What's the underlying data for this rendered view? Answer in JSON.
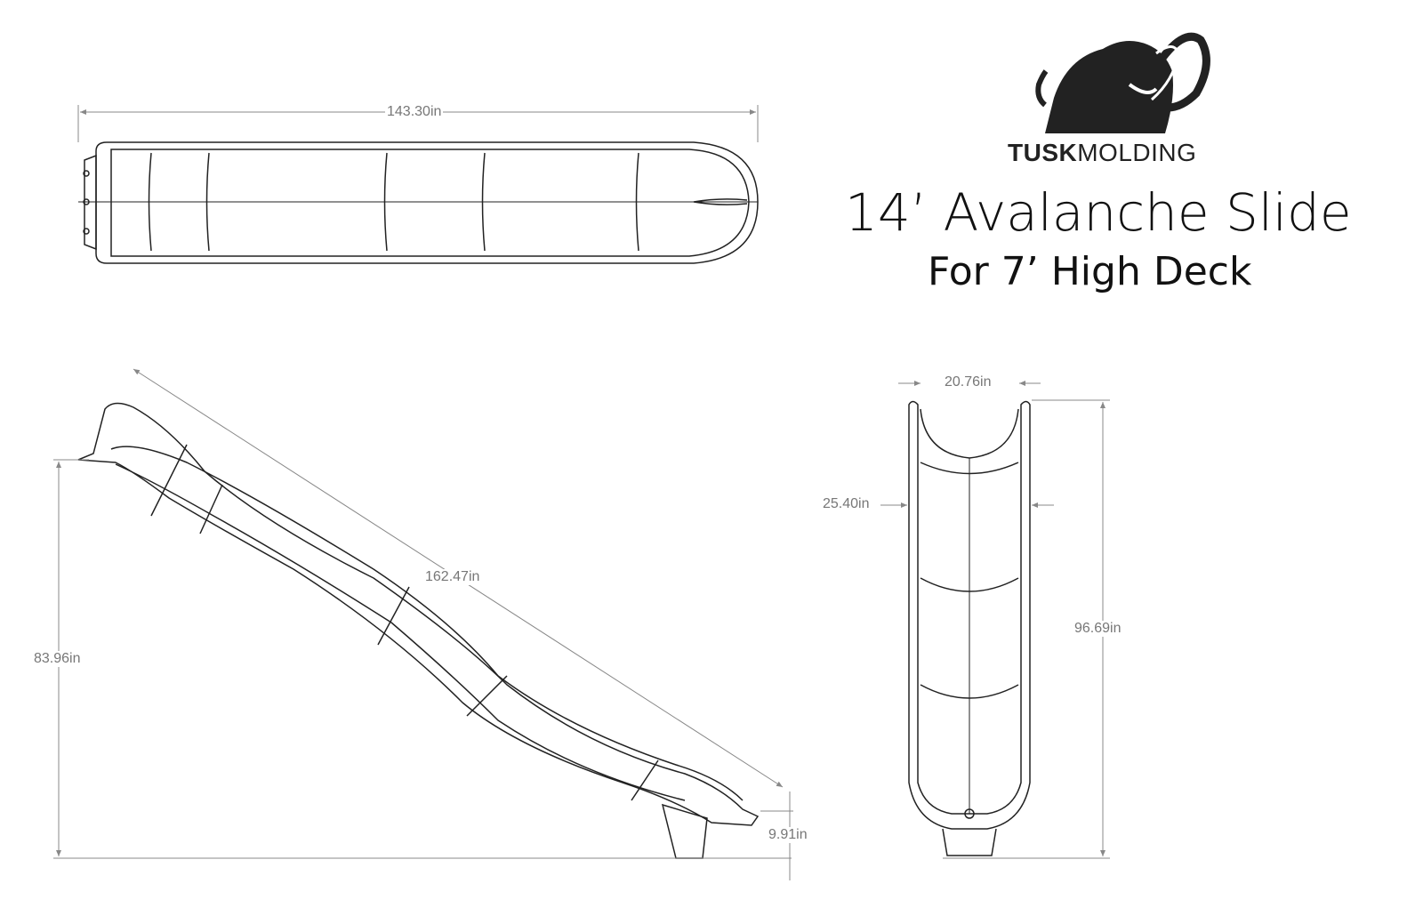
{
  "brand": {
    "name_bold": "TUSK",
    "name_light": "MOLDING"
  },
  "title": "14’ Avalanche Slide",
  "subtitle": "For 7’ High Deck",
  "dimensions": {
    "top_length": "143.30in",
    "slide_length": "162.47in",
    "deck_height": "83.96in",
    "exit_height": "9.91in",
    "inner_width": "20.76in",
    "outer_width": "25.40in",
    "total_length_front": "96.69in"
  },
  "colors": {
    "line": "#222222",
    "dim_line": "#888888",
    "dim_text": "#777777"
  }
}
